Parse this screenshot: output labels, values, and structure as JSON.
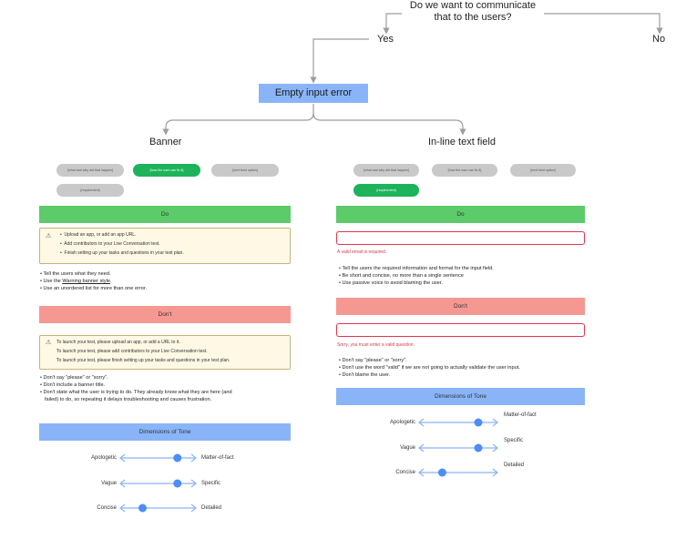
{
  "question": "Do we want to communicate that to the users?",
  "branches": {
    "yes": "Yes",
    "no": "No"
  },
  "main_node": "Empty input error",
  "banner": {
    "title": "Banner",
    "pills": [
      "[what and why did that happen]",
      "[how the user can fix it]",
      "[next best option]",
      "[requirement]"
    ],
    "do_label": "Do",
    "do_example": {
      "lines": [
        "Upload an app, or add an app URL.",
        "Add contributors to your Live Conversation test.",
        "Finish setting up your tasks and questions in your test plan."
      ]
    },
    "do_bullets": {
      "b1": "Tell the users what they need.",
      "b2_prefix": "Use the ",
      "b2_link": "Warning banner style",
      "b2_suffix": ".",
      "b3": "Use an unordered list for more than one error."
    },
    "dont_label": "Don't",
    "dont_example": {
      "lines": [
        "To launch your test, please upload an app, or add a URL to it.",
        "To launch your test, please add contributors to your Live Conversation test.",
        "To launch your test, please finish setting up your tasks and questions in your test plan."
      ]
    },
    "dont_bullets": [
      "Don't say \"please\" or \"sorry\".",
      "Don't include a banner title.",
      "Don't state what the user is trying to do. They already know what they are here (and",
      "failed) to do, so repeating it delays troubleshooting and causes frustration."
    ],
    "tone_label": "Dimensions of Tone",
    "tone_rows": [
      {
        "left": "Apologetic",
        "right": "Matter-of-fact",
        "level": 0.75
      },
      {
        "left": "Vague",
        "right": "Specific",
        "level": 0.75
      },
      {
        "left": "Concise",
        "right": "Detailed",
        "level": 0.3
      }
    ]
  },
  "inline": {
    "title": "In-line text field",
    "pills": [
      "[what and why did that happen]",
      "[how the user can fix it]",
      "[next best option]",
      "[requirement]"
    ],
    "do_label": "Do",
    "do_error": "A valid email is required.",
    "do_bullets": [
      "Tell the users the required information and format for the input field.",
      "Be short and concise, no more than a single sentence",
      "Use passive voice to avoid blaming the user."
    ],
    "dont_label": "Don't",
    "dont_error": "Sorry, you must enter a valid question.",
    "dont_bullets": [
      "Don't say \"please\" or \"sorry\".",
      "Don't use the word \"valid\" if we are not going to actually validate the user input.",
      "Don't blame the user."
    ],
    "tone_label": "Dimensions of Tone",
    "tone_rows": [
      {
        "left": "Apologetic",
        "right": "Matter-of-fact",
        "level": 0.75
      },
      {
        "left": "Vague",
        "right": "Specific",
        "level": 0.75
      },
      {
        "left": "Concise",
        "right": "Detailed",
        "level": 0.3
      }
    ]
  },
  "colors": {
    "connector": "#9e9e9e",
    "slider": "#8ab4f8",
    "knob": "#4c8df6",
    "do": "#5ccb6a",
    "dont": "#f59891",
    "tone": "#8ab4f8",
    "pill_green": "#1db35a",
    "error": "#d63b4f"
  }
}
